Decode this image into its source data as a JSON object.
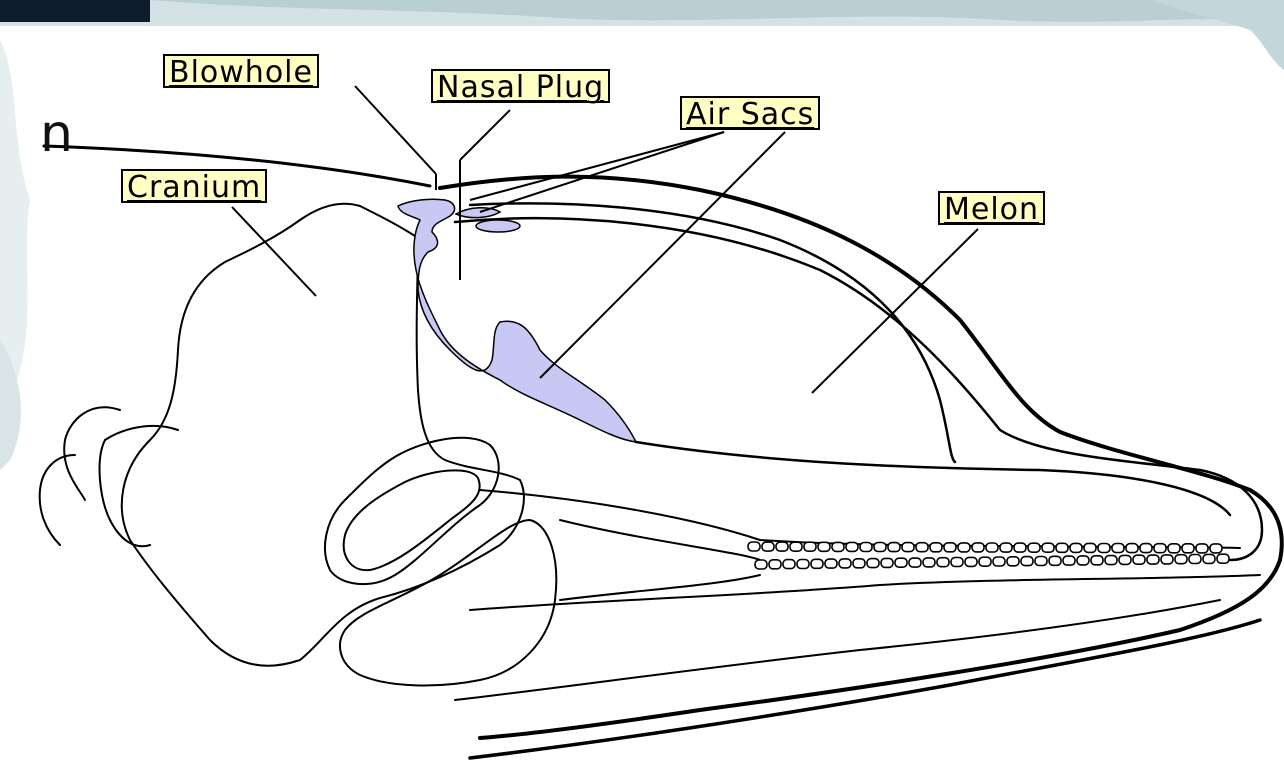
{
  "labels": {
    "blowhole": "Blowhole",
    "nasal_plug": "Nasal Plug",
    "air_sacs": "Air Sacs",
    "cranium": "Cranium",
    "melon": "Melon"
  },
  "slide_fragment_text": "n",
  "colors": {
    "label_background": "#ffffc4",
    "air_passage_fill": "#c8c8f4",
    "outline": "#000000",
    "ocean_banner": "#cfe0e4",
    "corner_dark": "#0e1c2c"
  }
}
